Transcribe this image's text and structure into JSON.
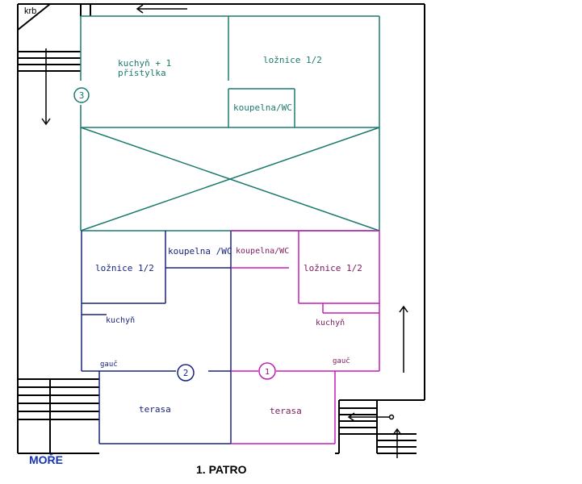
{
  "labels": {
    "krb": "krb",
    "kitchen_3": "kuchyň + 1",
    "kitchen_3_line2": "přístylka",
    "bedroom_3": "ložnice 1/2",
    "bath_3": "koupelna/WC",
    "bedroom_2": "ložnice 1/2",
    "bath_2": "koupelna /WC",
    "kitchen_2": "kuchyň",
    "sofa_2": "gauč",
    "terrace_2": "terasa",
    "bath_1": "koupelna/WC",
    "bedroom_1": "ložnice 1/2",
    "kitchen_1": "kuchyň",
    "sofa_1": "gauč",
    "terrace_1": "terasa",
    "unit_1": "1",
    "unit_2": "2",
    "unit_3": "3",
    "sea": "MOŘE",
    "floor_title": "1. PATRO"
  },
  "colors": {
    "outline": "#000000",
    "unit_3": "#1c7a6e",
    "unit_2": "#1a237e",
    "unit_1": "#c21fb8",
    "sea": "#1533b8"
  }
}
